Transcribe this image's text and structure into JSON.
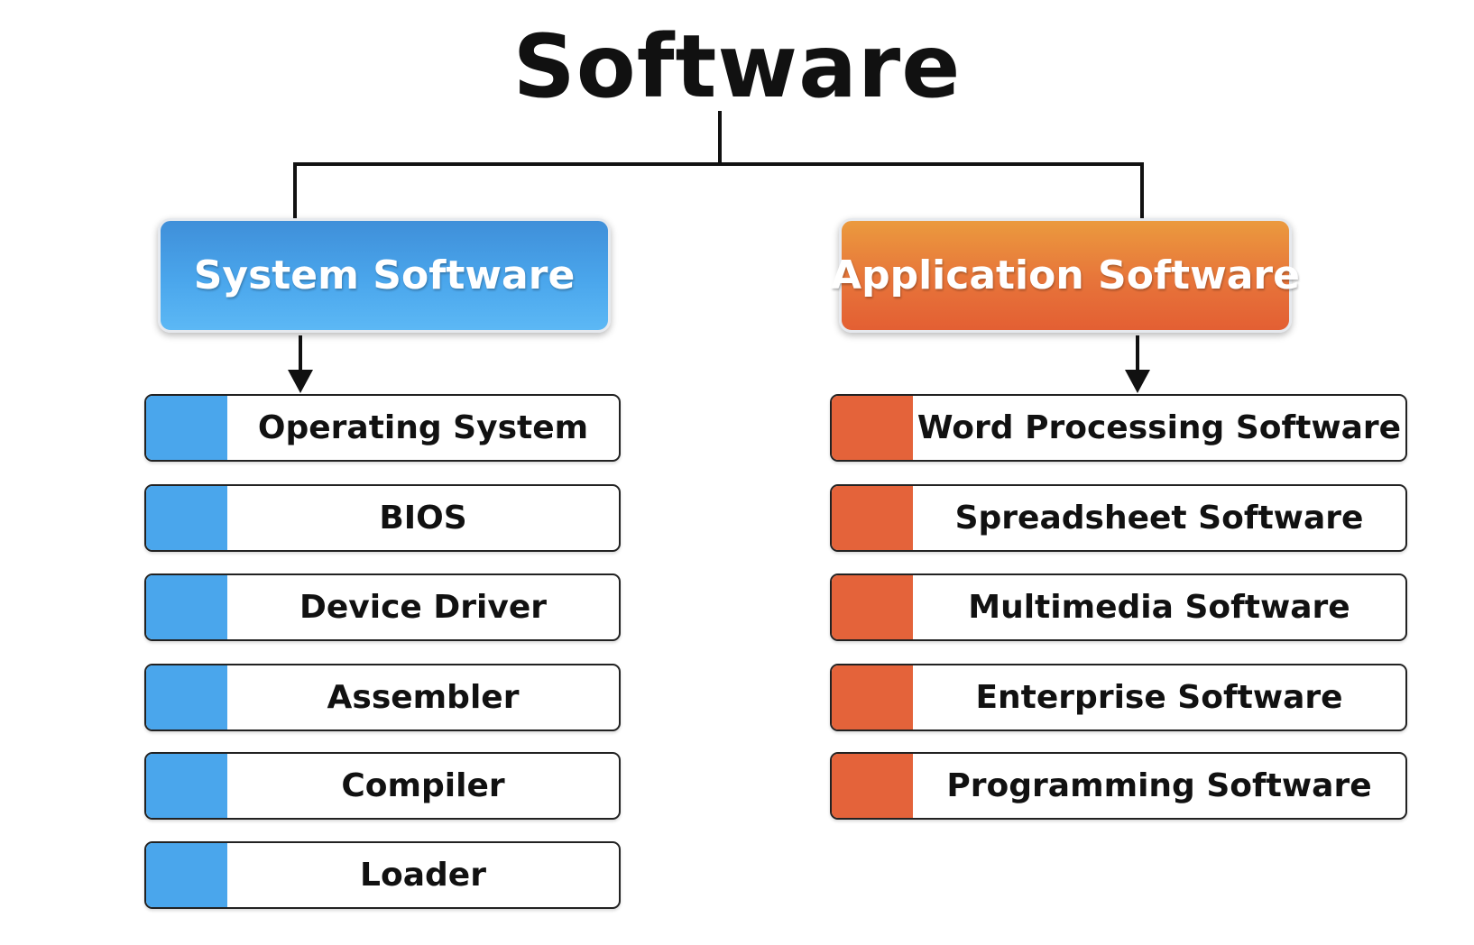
{
  "title": "Software",
  "colors": {
    "system_accent": "#4aa6ec",
    "application_accent": "#e4633a",
    "line": "#111111"
  },
  "categories": [
    {
      "key": "system",
      "label": "System Software",
      "items": [
        "Operating System",
        "BIOS",
        "Device Driver",
        "Assembler",
        "Compiler",
        "Loader"
      ]
    },
    {
      "key": "application",
      "label": "Application Software",
      "items": [
        "Word Processing Software",
        "Spreadsheet Software",
        "Multimedia Software",
        "Enterprise Software",
        "Programming Software"
      ]
    }
  ]
}
